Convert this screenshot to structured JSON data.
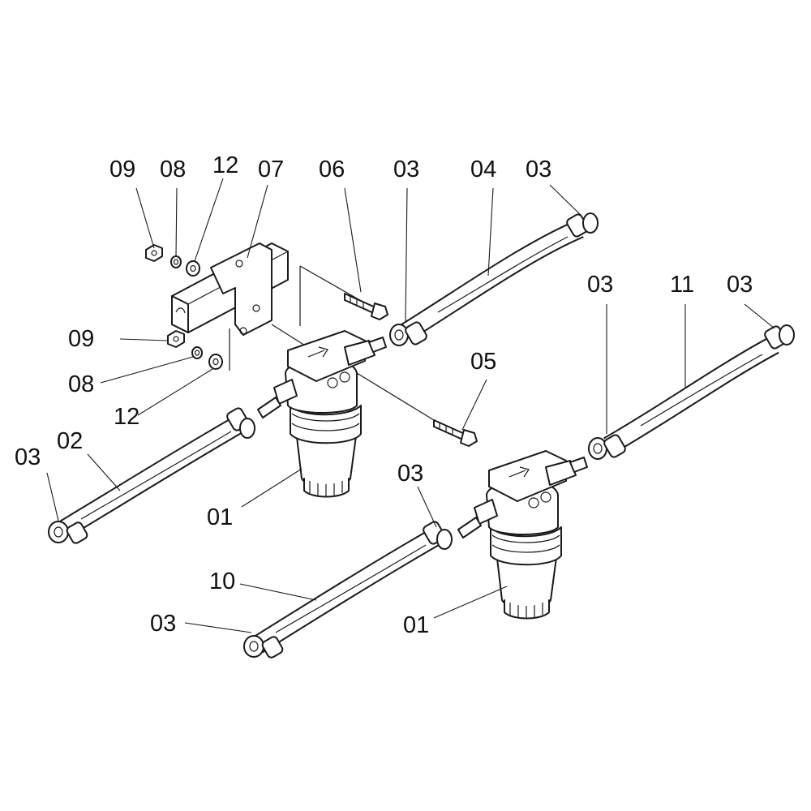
{
  "diagram": {
    "callouts": {
      "c09_top": "09",
      "c08_top": "08",
      "c12_top": "12",
      "c07": "07",
      "c06": "06",
      "c03_a": "03",
      "c04": "04",
      "c03_b": "03",
      "c03_c": "03",
      "c11": "11",
      "c03_d": "03",
      "c09_mid": "09",
      "c08_mid": "08",
      "c12_mid": "12",
      "c05": "05",
      "c03_e": "03",
      "c02": "02",
      "c01_a": "01",
      "c03_f": "03",
      "c10": "10",
      "c03_g": "03",
      "c01_b": "01"
    }
  }
}
